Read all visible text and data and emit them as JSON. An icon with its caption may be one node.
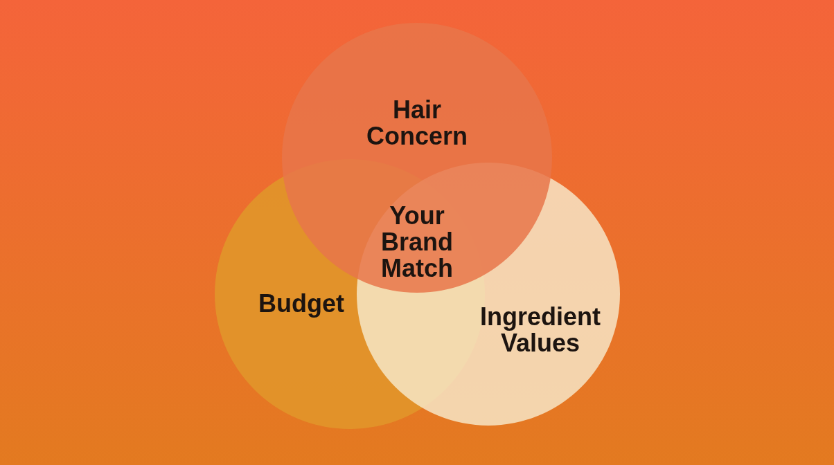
{
  "diagram": {
    "nodes": [
      {
        "text": [
          "Hair Concern"
        ]
      },
      {
        "text": [
          "Budget"
        ]
      },
      {
        "text": [
          "Ingredient Values"
        ]
      }
    ],
    "labels": [
      "Your Brand Match"
    ]
  }
}
